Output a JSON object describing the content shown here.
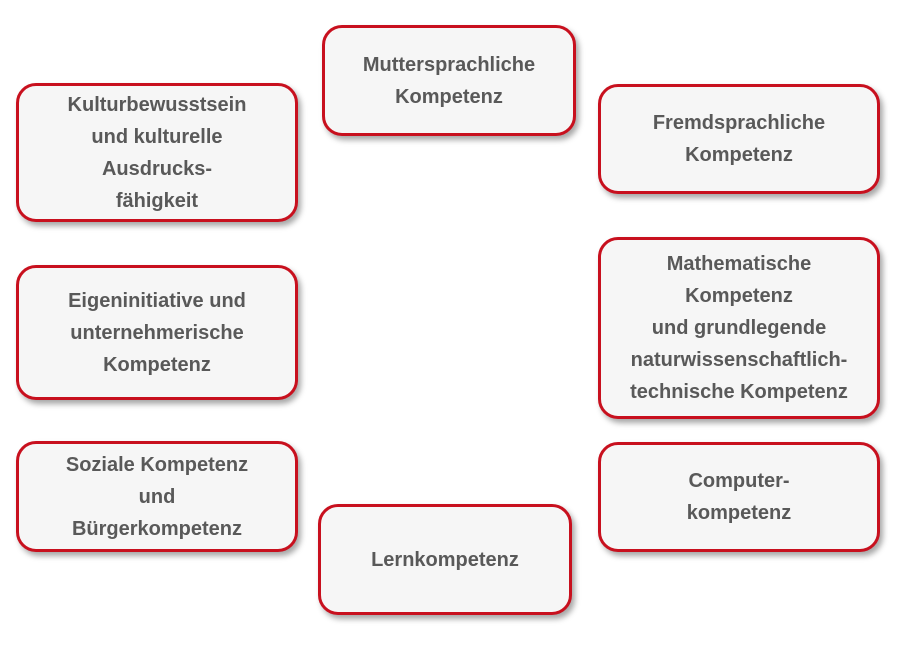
{
  "diagram": {
    "boxes": [
      {
        "id": "muttersprachliche",
        "label": "Muttersprachliche\nKompetenz"
      },
      {
        "id": "fremdsprachliche",
        "label": "Fremdsprachliche\nKompetenz"
      },
      {
        "id": "mathematische",
        "label": "Mathematische\nKompetenz\nund grundlegende\nnaturwissenschaftlich-\ntechnische Kompetenz"
      },
      {
        "id": "computer",
        "label": "Computer-\nkompetenz"
      },
      {
        "id": "lern",
        "label": "Lernkompetenz"
      },
      {
        "id": "soziale",
        "label": "Soziale Kompetenz\nund\nBürgerkompetenz"
      },
      {
        "id": "eigeninitiative",
        "label": "Eigeninitiative und\nunternehmerische\nKompetenz"
      },
      {
        "id": "kultur",
        "label": "Kulturbewusstsein\nund kulturelle\nAusdrucks-\nfähigkeit"
      }
    ],
    "colors": {
      "border": "#c8101e",
      "fill": "#f6f6f6",
      "text": "#595959"
    }
  }
}
